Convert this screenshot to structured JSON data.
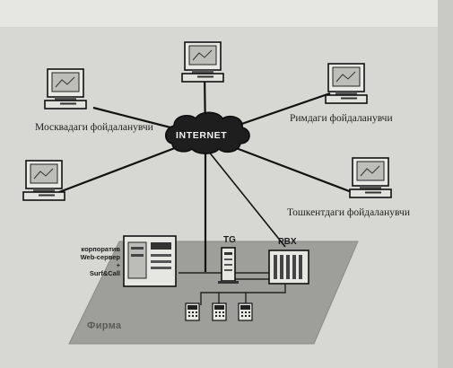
{
  "diagram": {
    "hub_label": "INTERNET",
    "users": {
      "moscow": "Москвадаги фойдаланувчи",
      "rome": "Римдаги фойдаланувчи",
      "tashkent": "Тошкентдаги фойдаланувчи"
    },
    "gateway_label": "TG",
    "pbx_label": "PBX",
    "server_note": [
      "корпоратив",
      "Web-сервер",
      "+",
      "Surf&Call"
    ],
    "firm_label": "Фирма"
  }
}
